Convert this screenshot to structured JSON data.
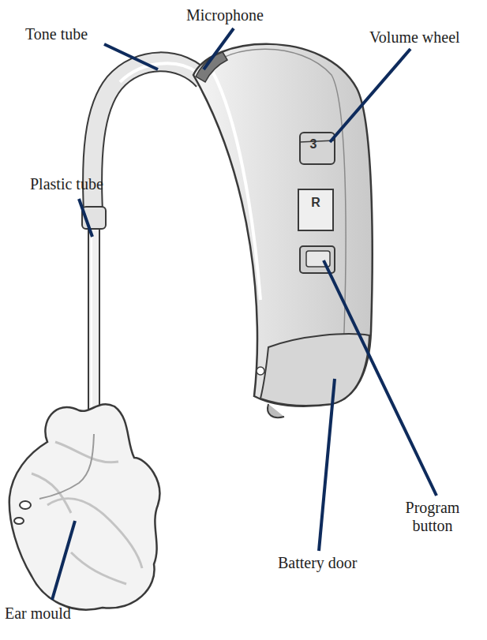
{
  "diagram": {
    "labels": [
      "Microphone",
      "Tone tube",
      "Volume wheel",
      "3",
      "R",
      "Plastic tube",
      "Program button",
      "Battery door",
      "Ear mould"
    ]
  }
}
